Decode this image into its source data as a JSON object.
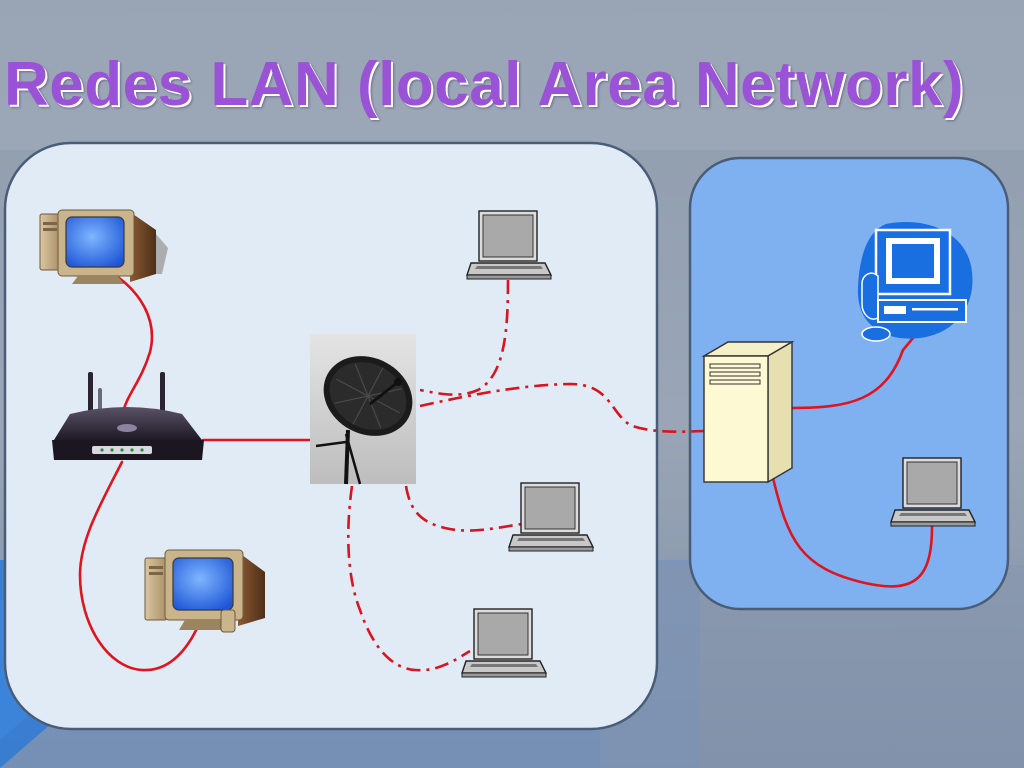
{
  "slide": {
    "title": "Redes LAN (local Area Network)"
  },
  "colors": {
    "title": "#9a52d6",
    "wired_link": "#e0141e",
    "wireless_link": "#d8141e",
    "lan_panel_fill": "#e0ebf6",
    "server_panel_fill": "#7fb0f0",
    "panel_border": "#4a5d78"
  },
  "links": {
    "wired": "solid",
    "wireless": "dash-dot"
  },
  "icons": {
    "router": "wireless-router-icon",
    "satellite": "satellite-dish-icon",
    "server": "server-tower-icon",
    "workstation": "desktop-computer-icon",
    "laptop": "laptop-icon"
  }
}
